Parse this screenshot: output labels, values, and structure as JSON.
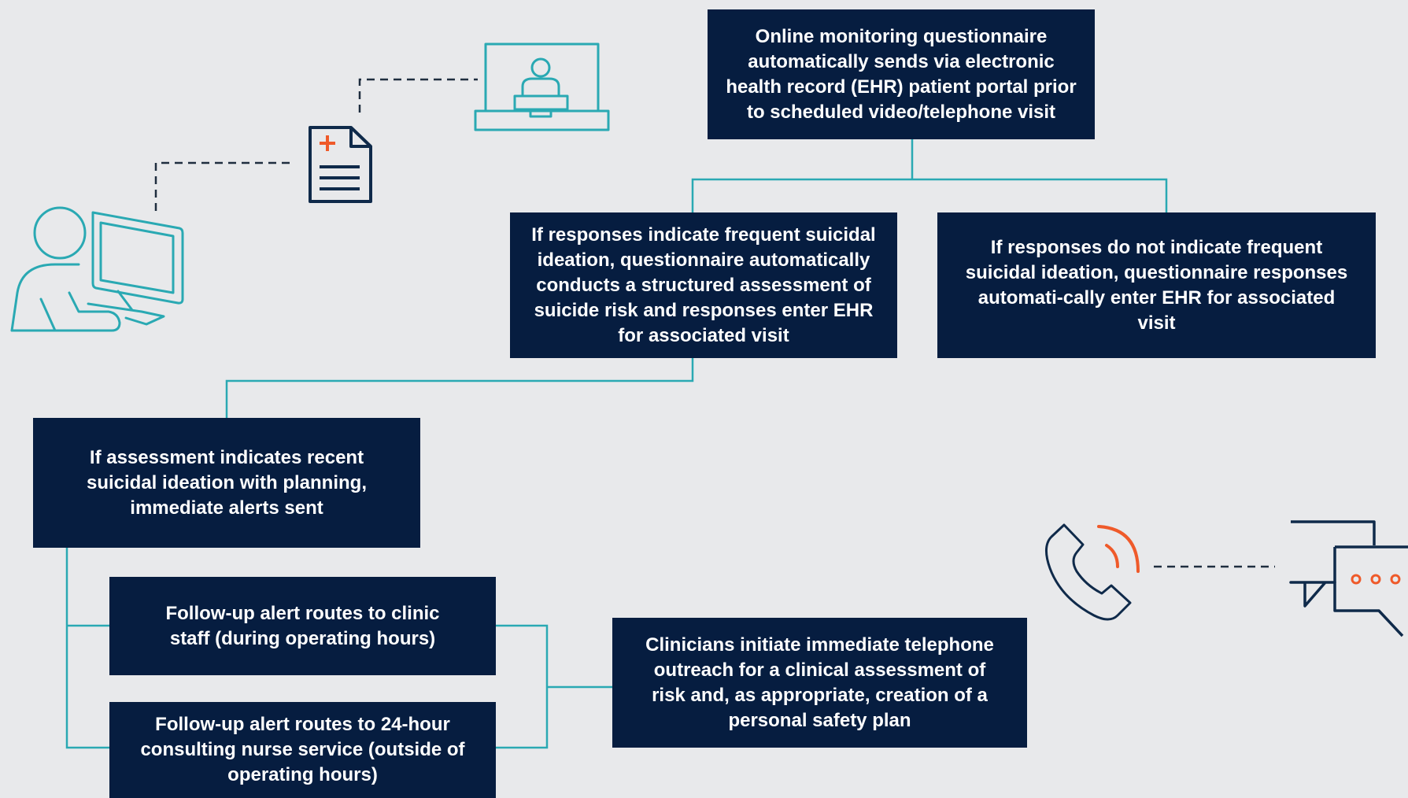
{
  "diagram": {
    "boxes": {
      "questionnaire": "Online monitoring questionnaire automatically sends via electronic health record (EHR) patient portal prior to scheduled video/telephone visit",
      "frequent_ideation": "If responses indicate frequent suicidal ideation, questionnaire automatically conducts a structured assessment of suicide risk and responses enter EHR for associated visit",
      "no_frequent_ideation": "If responses do not indicate frequent suicidal ideation, questionnaire responses automati-cally enter EHR for associated visit",
      "recent_ideation": "If assessment indicates recent suicidal ideation with planning, immediate alerts sent",
      "clinic_staff": "Follow-up alert routes to clinic staff (during operating hours)",
      "nurse_service": "Follow-up alert routes to 24-hour consulting nurse service (outside of operating hours)",
      "clinician_outreach": "Clinicians initiate immediate telephone outreach for a clinical assessment of risk and, as appropriate, creation of a personal safety plan"
    },
    "icons": [
      "patient-at-computer-icon",
      "medical-document-icon",
      "clinician-laptop-icon",
      "telephone-icon",
      "chat-bubbles-icon"
    ],
    "colors": {
      "background": "#e8e9eb",
      "box": "#061d40",
      "connector": "#2aa9b3",
      "accent": "#ef5a2a",
      "icon_dark": "#0f2a4a"
    }
  }
}
